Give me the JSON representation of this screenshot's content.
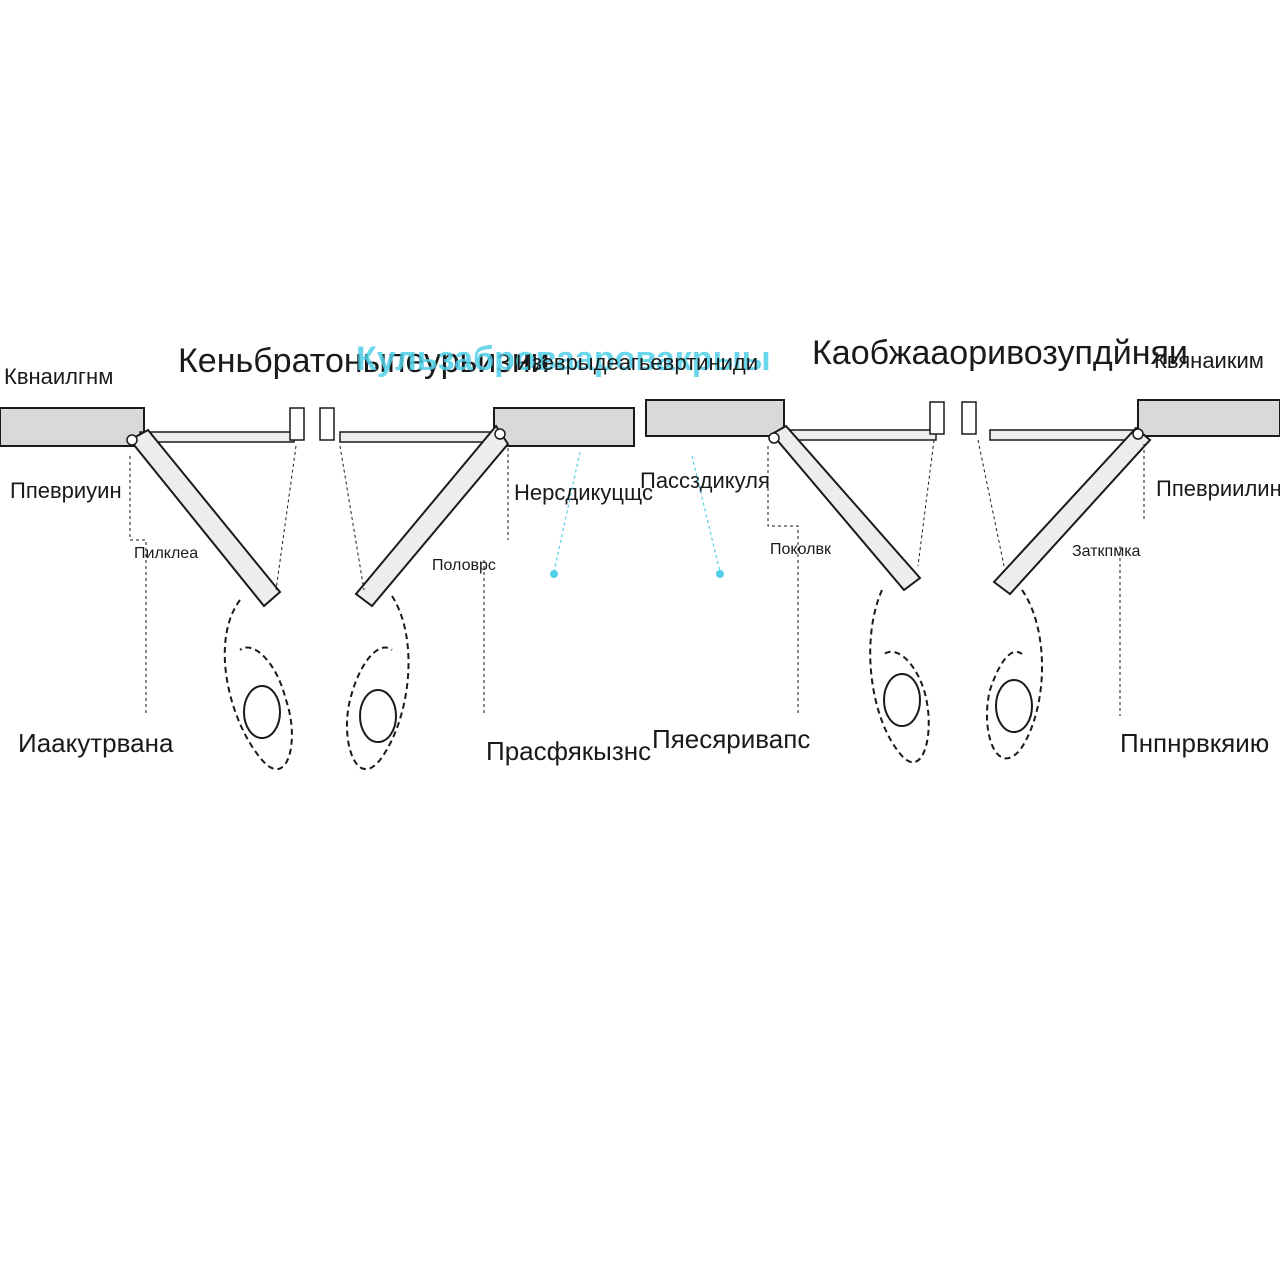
{
  "title_left": "Кеньбратоныпеурьизни",
  "title_accent": "Кульзабровааровакрыы",
  "title_center": "Изеврыдеагьевртиниди",
  "title_right": "Каобжааоривозупдйняи",
  "labels": {
    "top_left": "Квнаилгнм",
    "top_right": "Квянаиким",
    "mid_left": "Ппевриуин",
    "mid_right": "Ппевриилин",
    "center_left": "Нерсдикуцщс",
    "center_right": "Пассздикуля",
    "small_1": "Пилклеа",
    "small_2": "Половрс",
    "small_3": "Поколвк",
    "small_4": "Заткпмка"
  },
  "bottom_labels": [
    "Иаакутрвана",
    "Прасфякызнс",
    "Пяесяривапс",
    "Пнпнрвкяию"
  ],
  "colors": {
    "accent": "#4fd0e8",
    "line": "#1a1a1a",
    "beam": "#d9d9d9"
  }
}
